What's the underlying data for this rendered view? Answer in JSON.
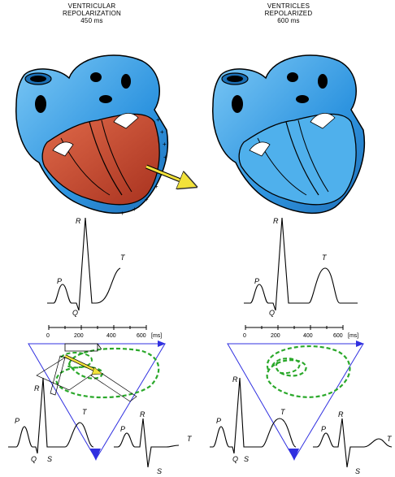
{
  "panels": {
    "left": {
      "title_line1": "VENTRICULAR",
      "title_line2": "REPOLARIZATION",
      "time": "450 ms"
    },
    "right": {
      "title_line1": "VENTRICLES",
      "title_line2": "REPOLARIZED",
      "time": "600 ms"
    }
  },
  "ecg_labels": {
    "p": "P",
    "q": "Q",
    "r": "R",
    "s": "S",
    "t": "T"
  },
  "time_axis": {
    "ticks": [
      "0",
      "200",
      "400",
      "600"
    ],
    "unit": "[ms]"
  },
  "colors": {
    "heart_blue": "#3aa0e6",
    "heart_dark": "#000000",
    "depolarized_red": "#c8442b",
    "vector_yellow": "#f2e23a",
    "loop_green": "#2aa82a",
    "triangle_blue": "#3030e0"
  }
}
